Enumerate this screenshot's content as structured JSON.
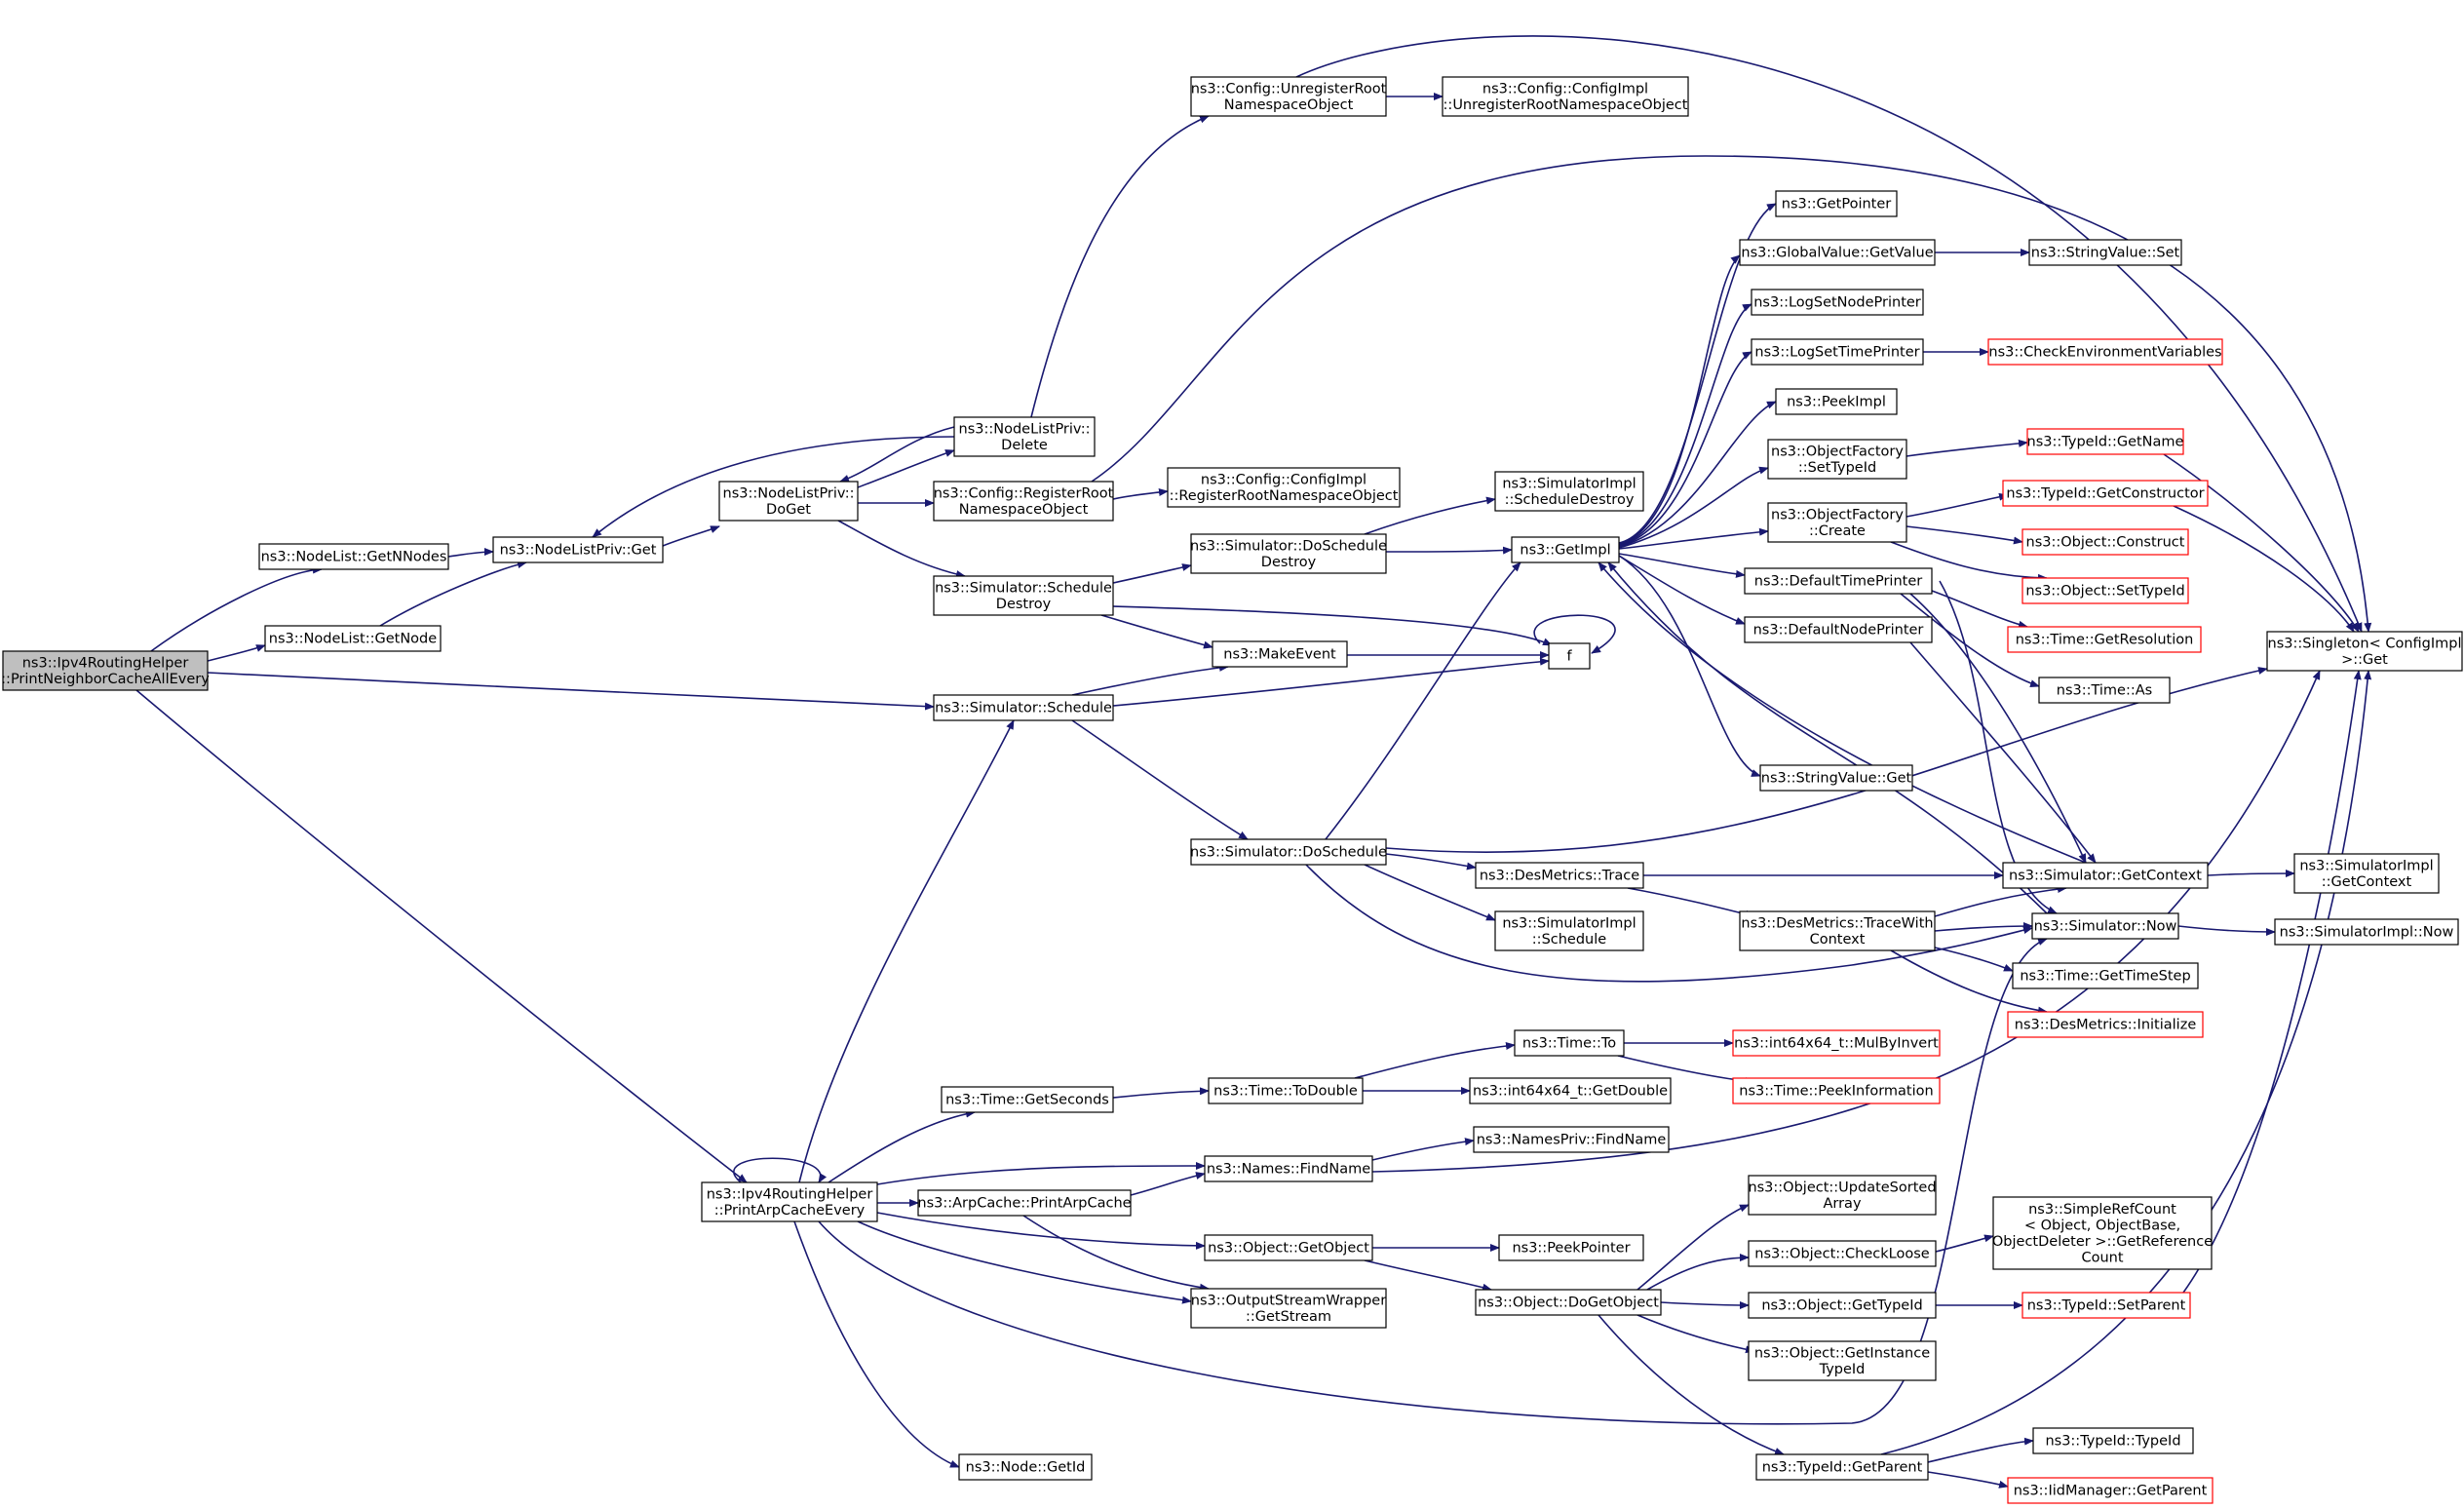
{
  "colors": {
    "edge": "#191970",
    "node_border": "#000000",
    "node_border_truncated": "#ff0000",
    "root_fill": "#bfbfbf",
    "node_fill": "#ffffff"
  },
  "nodes": [
    {
      "id": "root",
      "lines": [
        "ns3::Ipv4RoutingHelper",
        "::PrintNeighborCacheAllEvery"
      ]
    },
    {
      "id": "nl_getnnodes",
      "lines": [
        "ns3::NodeList::GetNNodes"
      ]
    },
    {
      "id": "nl_getnode",
      "lines": [
        "ns3::NodeList::GetNode"
      ]
    },
    {
      "id": "nlp_get",
      "lines": [
        "ns3::NodeListPriv::Get"
      ]
    },
    {
      "id": "nlp_doget",
      "lines": [
        "ns3::NodeListPriv::",
        "DoGet"
      ]
    },
    {
      "id": "nlp_delete",
      "lines": [
        "ns3::NodeListPriv::",
        "Delete"
      ]
    },
    {
      "id": "cfg_unreg",
      "lines": [
        "ns3::Config::UnregisterRoot",
        "NamespaceObject"
      ]
    },
    {
      "id": "cfgimpl_unreg",
      "lines": [
        "ns3::Config::ConfigImpl",
        "::UnregisterRootNamespaceObject"
      ]
    },
    {
      "id": "cfg_reg",
      "lines": [
        "ns3::Config::RegisterRoot",
        "NamespaceObject"
      ]
    },
    {
      "id": "cfgimpl_reg",
      "lines": [
        "ns3::Config::ConfigImpl",
        "::RegisterRootNamespaceObject"
      ]
    },
    {
      "id": "sim_schedule_destroy",
      "lines": [
        "ns3::Simulator::Schedule",
        "Destroy"
      ]
    },
    {
      "id": "sim_doschedule_destroy",
      "lines": [
        "ns3::Simulator::DoSchedule",
        "Destroy"
      ]
    },
    {
      "id": "simimpl_schedule_destroy",
      "lines": [
        "ns3::SimulatorImpl",
        "::ScheduleDestroy"
      ]
    },
    {
      "id": "getimpl",
      "lines": [
        "ns3::GetImpl"
      ]
    },
    {
      "id": "makeevent",
      "lines": [
        "ns3::MakeEvent"
      ]
    },
    {
      "id": "f",
      "lines": [
        "f"
      ]
    },
    {
      "id": "sim_schedule",
      "lines": [
        "ns3::Simulator::Schedule"
      ]
    },
    {
      "id": "sim_doschedule",
      "lines": [
        "ns3::Simulator::DoSchedule"
      ]
    },
    {
      "id": "desmetrics_trace",
      "lines": [
        "ns3::DesMetrics::Trace"
      ]
    },
    {
      "id": "simimpl_schedule",
      "lines": [
        "ns3::SimulatorImpl",
        "::Schedule"
      ]
    },
    {
      "id": "desmetrics_tracewith",
      "lines": [
        "ns3::DesMetrics::TraceWith",
        "Context"
      ]
    },
    {
      "id": "getpointer",
      "lines": [
        "ns3::GetPointer"
      ]
    },
    {
      "id": "gv_getvalue",
      "lines": [
        "ns3::GlobalValue::GetValue"
      ]
    },
    {
      "id": "stringvalue_set",
      "lines": [
        "ns3::StringValue::Set"
      ]
    },
    {
      "id": "logsetnodeprinter",
      "lines": [
        "ns3::LogSetNodePrinter"
      ]
    },
    {
      "id": "logsettimeprinter",
      "lines": [
        "ns3::LogSetTimePrinter"
      ]
    },
    {
      "id": "checkenv",
      "lines": [
        "ns3::CheckEnvironmentVariables"
      ]
    },
    {
      "id": "peekimpl",
      "lines": [
        "ns3::PeekImpl"
      ]
    },
    {
      "id": "of_settypeid",
      "lines": [
        "ns3::ObjectFactory",
        "::SetTypeId"
      ]
    },
    {
      "id": "typeid_getname",
      "lines": [
        "ns3::TypeId::GetName"
      ]
    },
    {
      "id": "of_create",
      "lines": [
        "ns3::ObjectFactory",
        "::Create"
      ]
    },
    {
      "id": "typeid_getconstructor",
      "lines": [
        "ns3::TypeId::GetConstructor"
      ]
    },
    {
      "id": "object_construct",
      "lines": [
        "ns3::Object::Construct"
      ]
    },
    {
      "id": "object_settypeid",
      "lines": [
        "ns3::Object::SetTypeId"
      ]
    },
    {
      "id": "defaulttimeprinter",
      "lines": [
        "ns3::DefaultTimePrinter"
      ]
    },
    {
      "id": "time_getresolution",
      "lines": [
        "ns3::Time::GetResolution"
      ]
    },
    {
      "id": "defaultnodeprinter",
      "lines": [
        "ns3::DefaultNodePrinter"
      ]
    },
    {
      "id": "time_as",
      "lines": [
        "ns3::Time::As"
      ]
    },
    {
      "id": "stringvalue_get",
      "lines": [
        "ns3::StringValue::Get"
      ]
    },
    {
      "id": "singleton_get",
      "lines": [
        "ns3::Singleton< ConfigImpl",
        " >::Get"
      ]
    },
    {
      "id": "sim_getcontext",
      "lines": [
        "ns3::Simulator::GetContext"
      ]
    },
    {
      "id": "simimpl_getcontext",
      "lines": [
        "ns3::SimulatorImpl",
        "::GetContext"
      ]
    },
    {
      "id": "sim_now",
      "lines": [
        "ns3::Simulator::Now"
      ]
    },
    {
      "id": "simimpl_now",
      "lines": [
        "ns3::SimulatorImpl::Now"
      ]
    },
    {
      "id": "time_gettimestep",
      "lines": [
        "ns3::Time::GetTimeStep"
      ]
    },
    {
      "id": "desmetrics_init",
      "lines": [
        "ns3::DesMetrics::Initialize"
      ]
    },
    {
      "id": "time_to",
      "lines": [
        "ns3::Time::To"
      ]
    },
    {
      "id": "int64_mulbyinvert",
      "lines": [
        "ns3::int64x64_t::MulByInvert"
      ]
    },
    {
      "id": "time_peekinfo",
      "lines": [
        "ns3::Time::PeekInformation"
      ]
    },
    {
      "id": "time_getseconds",
      "lines": [
        "ns3::Time::GetSeconds"
      ]
    },
    {
      "id": "time_todouble",
      "lines": [
        "ns3::Time::ToDouble"
      ]
    },
    {
      "id": "int64_getdouble",
      "lines": [
        "ns3::int64x64_t::GetDouble"
      ]
    },
    {
      "id": "names_findname",
      "lines": [
        "ns3::Names::FindName"
      ]
    },
    {
      "id": "namespriv_findname",
      "lines": [
        "ns3::NamesPriv::FindName"
      ]
    },
    {
      "id": "printarp",
      "lines": [
        "ns3::Ipv4RoutingHelper",
        "::PrintArpCacheEvery"
      ]
    },
    {
      "id": "arpcache_print",
      "lines": [
        "ns3::ArpCache::PrintArpCache"
      ]
    },
    {
      "id": "object_getobject",
      "lines": [
        "ns3::Object::GetObject"
      ]
    },
    {
      "id": "peekpointer",
      "lines": [
        "ns3::PeekPointer"
      ]
    },
    {
      "id": "osw_getstream",
      "lines": [
        "ns3::OutputStreamWrapper",
        "::GetStream"
      ]
    },
    {
      "id": "object_dogetobject",
      "lines": [
        "ns3::Object::DoGetObject"
      ]
    },
    {
      "id": "object_updatesorted",
      "lines": [
        "ns3::Object::UpdateSorted",
        "Array"
      ]
    },
    {
      "id": "object_checkloose",
      "lines": [
        "ns3::Object::CheckLoose"
      ]
    },
    {
      "id": "simplerefcount",
      "lines": [
        "ns3::SimpleRefCount",
        "< Object, ObjectBase,",
        " ObjectDeleter >::GetReference",
        "Count"
      ]
    },
    {
      "id": "object_gettypeid",
      "lines": [
        "ns3::Object::GetTypeId"
      ]
    },
    {
      "id": "typeid_setparent",
      "lines": [
        "ns3::TypeId::SetParent"
      ]
    },
    {
      "id": "object_getinstancetypeid",
      "lines": [
        "ns3::Object::GetInstance",
        "TypeId"
      ]
    },
    {
      "id": "typeid_getparent",
      "lines": [
        "ns3::TypeId::GetParent"
      ]
    },
    {
      "id": "typeid_typeid",
      "lines": [
        "ns3::TypeId::TypeId"
      ]
    },
    {
      "id": "iidmanager_getparent",
      "lines": [
        "ns3::IidManager::GetParent"
      ]
    },
    {
      "id": "node_getid",
      "lines": [
        "ns3::Node::GetId"
      ]
    }
  ]
}
